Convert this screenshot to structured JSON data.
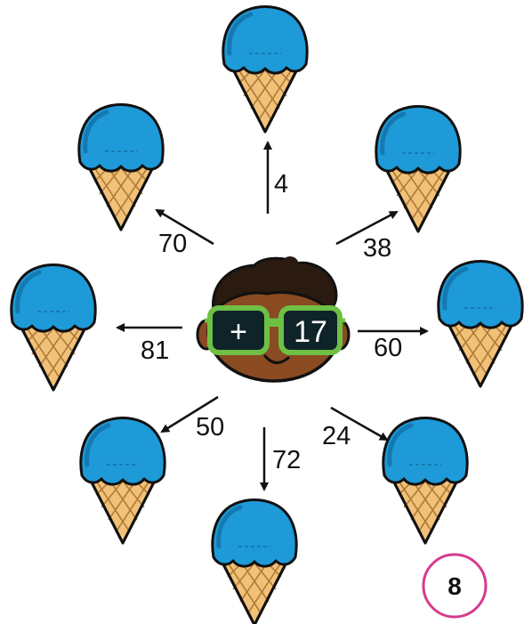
{
  "operator": "+",
  "addend": "17",
  "numbers": [
    "4",
    "38",
    "60",
    "24",
    "72",
    "50",
    "81",
    "70"
  ],
  "page_number": "8",
  "colors": {
    "scoop": "#1E9AD8",
    "scoop_dark": "#1371A8",
    "cone": "#F2C178",
    "cone_line": "#B07B3A",
    "glasses": "#6EC044",
    "skin": "#8A4A22",
    "hair": "#2A1A10",
    "circle": "#D63A8E"
  }
}
